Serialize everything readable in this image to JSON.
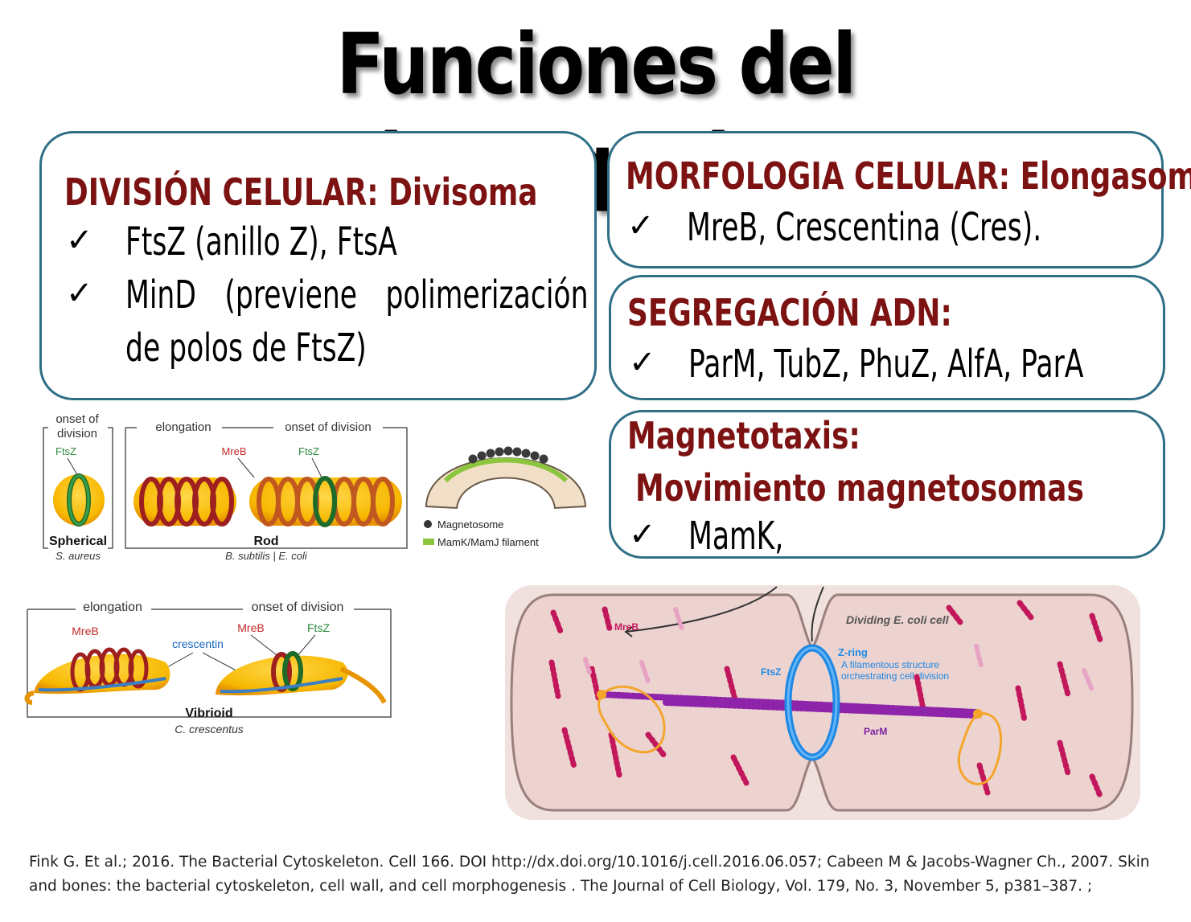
{
  "title": "Funciones del citoesqueleto",
  "boxes": {
    "division": {
      "heading": "DIVISIÓN CELULAR: Divisoma",
      "items": [
        "FtsZ (anillo Z), FtsA",
        "MinD (previene polimerización",
        "de polos de FtsZ)"
      ]
    },
    "morfologia": {
      "heading": "MORFOLOGIA CELULAR: Elongasoma",
      "items": [
        "MreB, Crescentina (Cres)."
      ]
    },
    "segregacion": {
      "heading": "SEGREGACIÓN ADN:",
      "items": [
        "ParM, TubZ, PhuZ, AlfA, ParA"
      ]
    },
    "magnetotaxis": {
      "heading": "Magnetotaxis:",
      "heading2": "Movimiento magnetosomas",
      "items": [
        "MamK,"
      ]
    }
  },
  "check_glyph": "✓",
  "fig_shapes": {
    "onset_of_division": "onset of division",
    "onset_line1": "onset of",
    "onset_line2": "division",
    "elongation": "elongation",
    "ftsz": "FtsZ",
    "mreb": "MreB",
    "spherical": "Spherical",
    "s_aureus": "S. aureus",
    "rod": "Rod",
    "rod_species": "B. subtilis | E. coli",
    "crescentin": "crescentin",
    "vibrioid": "Vibrioid",
    "c_crescentus": "C. crescentus"
  },
  "fig_magneto": {
    "legend_magnetosome": "Magnetosome",
    "legend_filament": "MamK/MamJ filament",
    "color_filament": "#8cc63f",
    "color_cell": "#f2dfc7"
  },
  "fig_ecoli": {
    "title": "Dividing E. coli cell",
    "mreb": "MreB",
    "ftsz": "FtsZ",
    "zring": "Z-ring",
    "zring_desc1": "A filamentous structure",
    "zring_desc2": "orchestrating cell division",
    "parm": "ParM"
  },
  "references": "Fink G.  Et al.; 2016. The Bacterial Cytoskeleton. Cell 166. DOI http://dx.doi.org/10.1016/j.cell.2016.06.057; Cabeen M & Jacobs-Wagner Ch., 2007. Skin and bones: the bacterial cytoskeleton, cell wall, and cell morphogenesis . The Journal of Cell Biology, Vol. 179, No. 3, November 5, p381–387. ;"
}
